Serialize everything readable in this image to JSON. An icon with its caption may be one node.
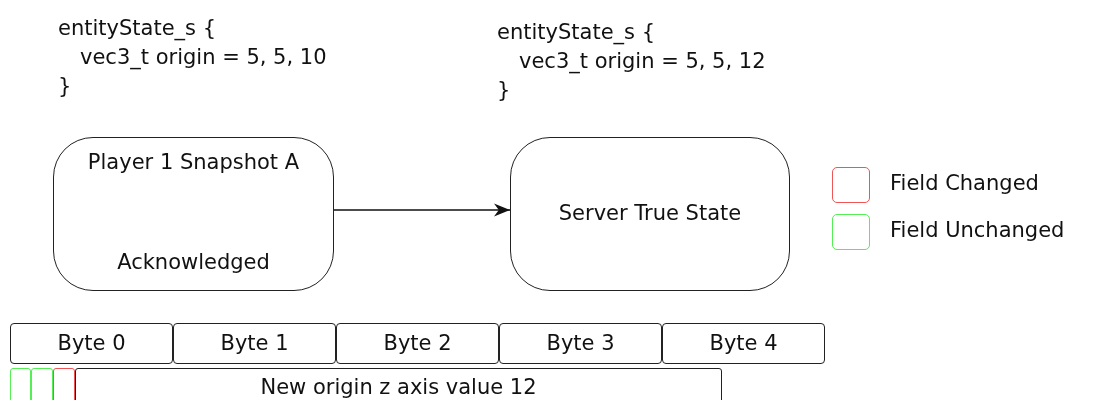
{
  "diagram": {
    "nodes": [
      {
        "text": [
          "Player 1 Snapshot A",
          "Acknowledged"
        ],
        "beside": [
          "entityState_s {",
          "vec3_t origin = 5, 5, 10",
          "}"
        ]
      },
      {
        "text": [
          "Server True State"
        ],
        "beside": [
          "entityState_s {",
          "vec3_t origin = 5, 5, 12",
          "}"
        ]
      },
      {
        "text": [
          "Byte 0"
        ]
      },
      {
        "text": [
          "Byte 1"
        ]
      },
      {
        "text": [
          "Byte 2"
        ]
      },
      {
        "text": [
          "Byte 3"
        ]
      },
      {
        "text": [
          "Byte 4"
        ]
      },
      {
        "text": [],
        "shape": "box"
      },
      {
        "text": [],
        "shape": "box"
      },
      {
        "text": [],
        "shape": "box"
      },
      {
        "text": [
          "New origin z axis value 12"
        ]
      }
    ],
    "edges": [
      {
        "from": 0,
        "to": 1,
        "arrow": "to"
      }
    ],
    "legend": [
      {
        "text": "Field Changed",
        "color": "#ee5555"
      },
      {
        "text": "Field Unchanged",
        "color": "#55ee55"
      }
    ]
  }
}
